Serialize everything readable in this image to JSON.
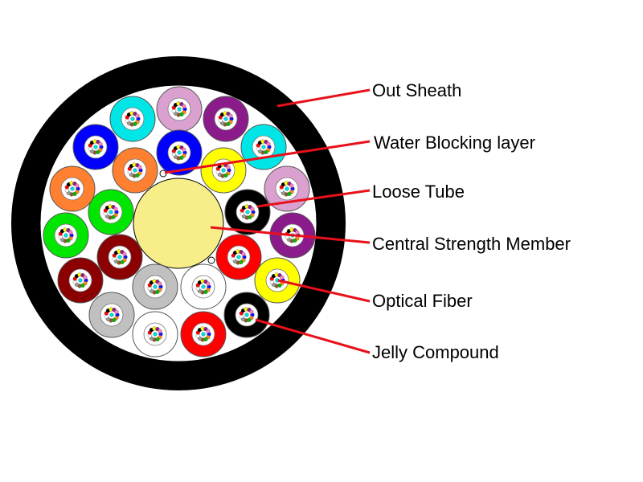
{
  "labels": {
    "out_sheath": "Out Sheath",
    "water_blocking": "Water Blocking layer",
    "loose_tube": "Loose Tube",
    "central_strength": "Central Strength Member",
    "optical_fiber": "Optical Fiber",
    "jelly_compound": "Jelly Compound"
  },
  "colors": {
    "sheath": "#000000",
    "core_fill": "#ffffff",
    "central_member": "#f7ee8a",
    "leader_line": "#e8101a",
    "tube_inner": "#ffffff",
    "fiber_palette": [
      "#1010ff",
      "#ff8a1a",
      "#00c000",
      "#8b5a2b",
      "#9a9a9a",
      "#ffffff",
      "#ff0000",
      "#000000",
      "#ffff00",
      "#8e1a8e",
      "#ff80c0",
      "#00e0e0"
    ]
  },
  "tubes": [
    {
      "color": "#00e6e6"
    },
    {
      "color": "#d9a0d0"
    },
    {
      "color": "#8b1a8b"
    },
    {
      "color": "#00e6e6"
    },
    {
      "color": "#d9a0d0"
    },
    {
      "color": "#8b1a8b"
    },
    {
      "color": "#ffff00"
    },
    {
      "color": "#000000"
    },
    {
      "color": "#ff0000"
    },
    {
      "color": "#ffffff"
    },
    {
      "color": "#c0c0c0"
    },
    {
      "color": "#8b0000"
    },
    {
      "color": "#00e600"
    },
    {
      "color": "#ff8030"
    },
    {
      "color": "#0000ff"
    },
    {
      "color": "#ff8030"
    },
    {
      "color": "#0000ff"
    },
    {
      "color": "#ffff00"
    },
    {
      "color": "#000000"
    },
    {
      "color": "#ff0000"
    },
    {
      "color": "#ffffff"
    },
    {
      "color": "#c0c0c0"
    },
    {
      "color": "#8b0000"
    },
    {
      "color": "#00e600"
    }
  ]
}
